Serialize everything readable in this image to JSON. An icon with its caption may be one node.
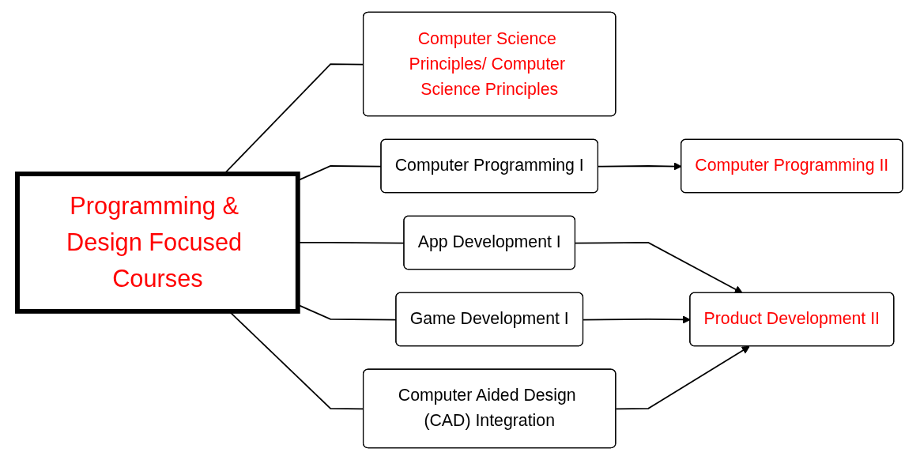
{
  "diagram": {
    "nodes": [
      {
        "text": [
          "Programming & Design Focused Courses"
        ]
      },
      {
        "text": [
          "Computer Science Principles/ Computer Science Principles"
        ]
      },
      {
        "text": [
          "Computer Programming I"
        ]
      },
      {
        "text": [
          "Computer Programming II"
        ]
      },
      {
        "text": [
          "App Development I"
        ]
      },
      {
        "text": [
          "Game Development I"
        ]
      },
      {
        "text": [
          "Computer Aided Design (CAD) Integration"
        ]
      },
      {
        "text": [
          "Product Development II"
        ]
      }
    ],
    "edges": [
      {
        "from": 0,
        "to": 1,
        "arrow": "none"
      },
      {
        "from": 0,
        "to": 2,
        "arrow": "none"
      },
      {
        "from": 0,
        "to": 4,
        "arrow": "none"
      },
      {
        "from": 0,
        "to": 5,
        "arrow": "none"
      },
      {
        "from": 0,
        "to": 6,
        "arrow": "none"
      },
      {
        "from": 2,
        "to": 3,
        "arrow": "to"
      },
      {
        "from": 4,
        "to": 7,
        "arrow": "to"
      },
      {
        "from": 5,
        "to": 7,
        "arrow": "to"
      },
      {
        "from": 6,
        "to": 7,
        "arrow": "to"
      }
    ]
  }
}
